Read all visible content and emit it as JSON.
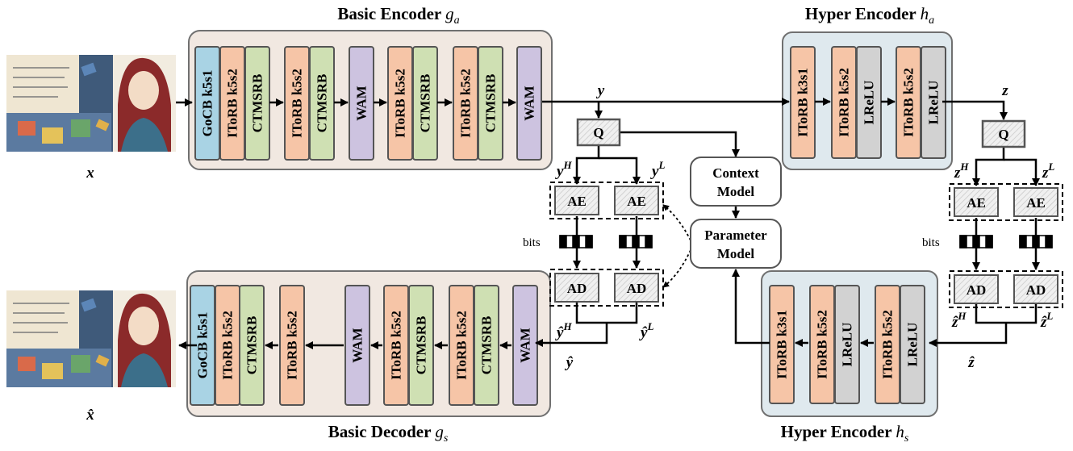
{
  "titles": {
    "basic_encoder_prefix": "Basic Encoder",
    "basic_encoder_sym": "g",
    "basic_encoder_sub": "a",
    "hyper_encoder_top_prefix": "Hyper Encoder",
    "hyper_encoder_top_sym": "h",
    "hyper_encoder_top_sub": "a",
    "basic_decoder_prefix": "Basic Decoder",
    "basic_decoder_sym": "g",
    "basic_decoder_sub": "s",
    "hyper_encoder_bottom_prefix": "Hyper Encoder",
    "hyper_encoder_bottom_sym": "h",
    "hyper_encoder_bottom_sub": "s"
  },
  "encoder_blocks": [
    "GoCB k5s1",
    "IToRB k5s2",
    "CTMSRB",
    "IToRB k5s2",
    "CTMSRB",
    "WAM",
    "IToRB k5s2",
    "CTMSRB",
    "IToRB k5s2",
    "CTMSRB",
    "WAM"
  ],
  "hyper_encoder_blocks": [
    "IToRB k3s1",
    "IToRB k5s2",
    "LReLU",
    "IToRB k5s2",
    "LReLU"
  ],
  "decoder_blocks": [
    "GoCB k5s1",
    "IToRB k5s2",
    "CTMSRB",
    "IToRB k5s2",
    "WAM",
    "IToRB k5s2",
    "CTMSRB",
    "IToRB k5s2",
    "CTMSRB",
    "WAM"
  ],
  "hyper_decoder_blocks": [
    "IToRB k3s1",
    "IToRB k5s2",
    "LReLU",
    "IToRB k5s2",
    "LReLU"
  ],
  "symbols": {
    "x": "x",
    "x_hat": "x̂",
    "y": "y",
    "y_hat": "ŷ",
    "z": "z",
    "z_hat": "ẑ",
    "y_H": "y",
    "y_L": "y",
    "z_H": "z",
    "z_L": "z",
    "y_hat_H": "ŷ",
    "y_hat_L": "ŷ",
    "z_hat_H": "ẑ",
    "z_hat_L": "ẑ",
    "sup_H": "H",
    "sup_L": "L"
  },
  "modules": {
    "quantizer": "Q",
    "arithmetic_encoder": "AE",
    "arithmetic_decoder": "AD",
    "bits": "bits",
    "context_model_line1": "Context",
    "context_model_line2": "Model",
    "parameter_model_line1": "Parameter",
    "parameter_model_line2": "Model"
  },
  "colors": {
    "gocb": "#a9d3e4",
    "itorb": "#f6c5a7",
    "ctmsrb": "#cfe0b3",
    "wam": "#cdc3e0",
    "lrelu": "#d2d2d2",
    "basic_panel": "#f1e8e1",
    "hyper_panel": "#dfe9ee",
    "panel_border": "#707070"
  }
}
